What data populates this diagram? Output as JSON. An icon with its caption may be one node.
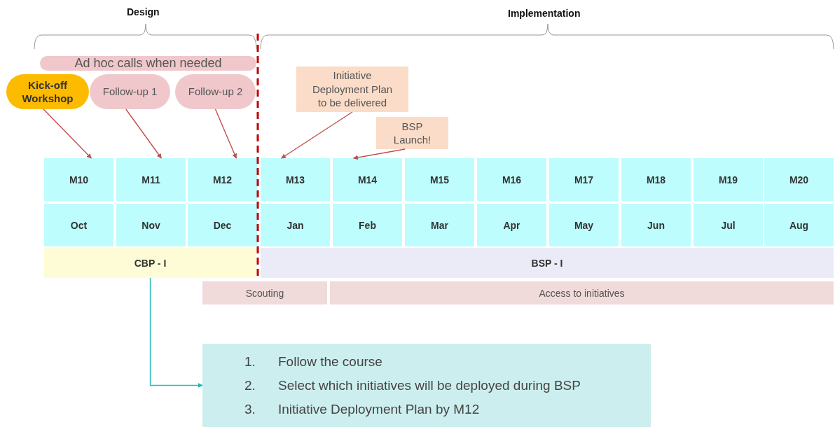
{
  "diagram": {
    "nodes": [
      {
        "text": [
          "Ad hoc calls when needed"
        ]
      },
      {
        "text": [
          "Kick-off Workshop"
        ]
      },
      {
        "text": [
          "Follow-up 1"
        ]
      },
      {
        "text": [
          "Follow-up 2"
        ]
      },
      {
        "text": [
          "Initiative Deployment Plan to be delivered"
        ]
      },
      {
        "text": [
          "BSP Launch!"
        ]
      },
      {
        "text": [
          "M10"
        ]
      },
      {
        "text": [
          "M11"
        ]
      },
      {
        "text": [
          "M12"
        ]
      },
      {
        "text": [
          "M13"
        ]
      },
      {
        "text": [
          "M14"
        ]
      },
      {
        "text": [
          "M15"
        ]
      },
      {
        "text": [
          "M16"
        ]
      },
      {
        "text": [
          "M17"
        ]
      },
      {
        "text": [
          "M18"
        ]
      },
      {
        "text": [
          "M19"
        ]
      },
      {
        "text": [
          "M20"
        ]
      },
      {
        "text": [
          "Oct"
        ]
      },
      {
        "text": [
          "Nov"
        ]
      },
      {
        "text": [
          "Dec"
        ]
      },
      {
        "text": [
          "Jan"
        ]
      },
      {
        "text": [
          "Feb"
        ]
      },
      {
        "text": [
          "Mar"
        ]
      },
      {
        "text": [
          "Apr"
        ]
      },
      {
        "text": [
          "May"
        ]
      },
      {
        "text": [
          "Jun"
        ]
      },
      {
        "text": [
          "Jul"
        ]
      },
      {
        "text": [
          "Aug"
        ]
      },
      {
        "text": [
          "CBP - I"
        ]
      },
      {
        "text": [
          "BSP - I"
        ]
      },
      {
        "text": [
          "Scouting"
        ]
      },
      {
        "text": [
          "Access to initiatives"
        ]
      },
      {
        "text": [
          "1.",
          "Follow the course",
          "2.",
          "Select which initiatives will be deployed during BSP",
          "3.",
          "Initiative Deployment Plan by M12"
        ]
      }
    ],
    "edges": [
      {
        "from": 1,
        "to": 6,
        "arrow": "to"
      },
      {
        "from": 2,
        "to": 7,
        "arrow": "to"
      },
      {
        "from": 3,
        "to": 8,
        "arrow": "to"
      },
      {
        "from": 4,
        "to": 9,
        "arrow": "to"
      },
      {
        "from": 5,
        "to": 10,
        "arrow": "to"
      },
      {
        "from": 28,
        "to": 32,
        "arrow": "to",
        "color": "#1fb8b8"
      }
    ],
    "labels": [
      "Design",
      "Implementation"
    ]
  }
}
